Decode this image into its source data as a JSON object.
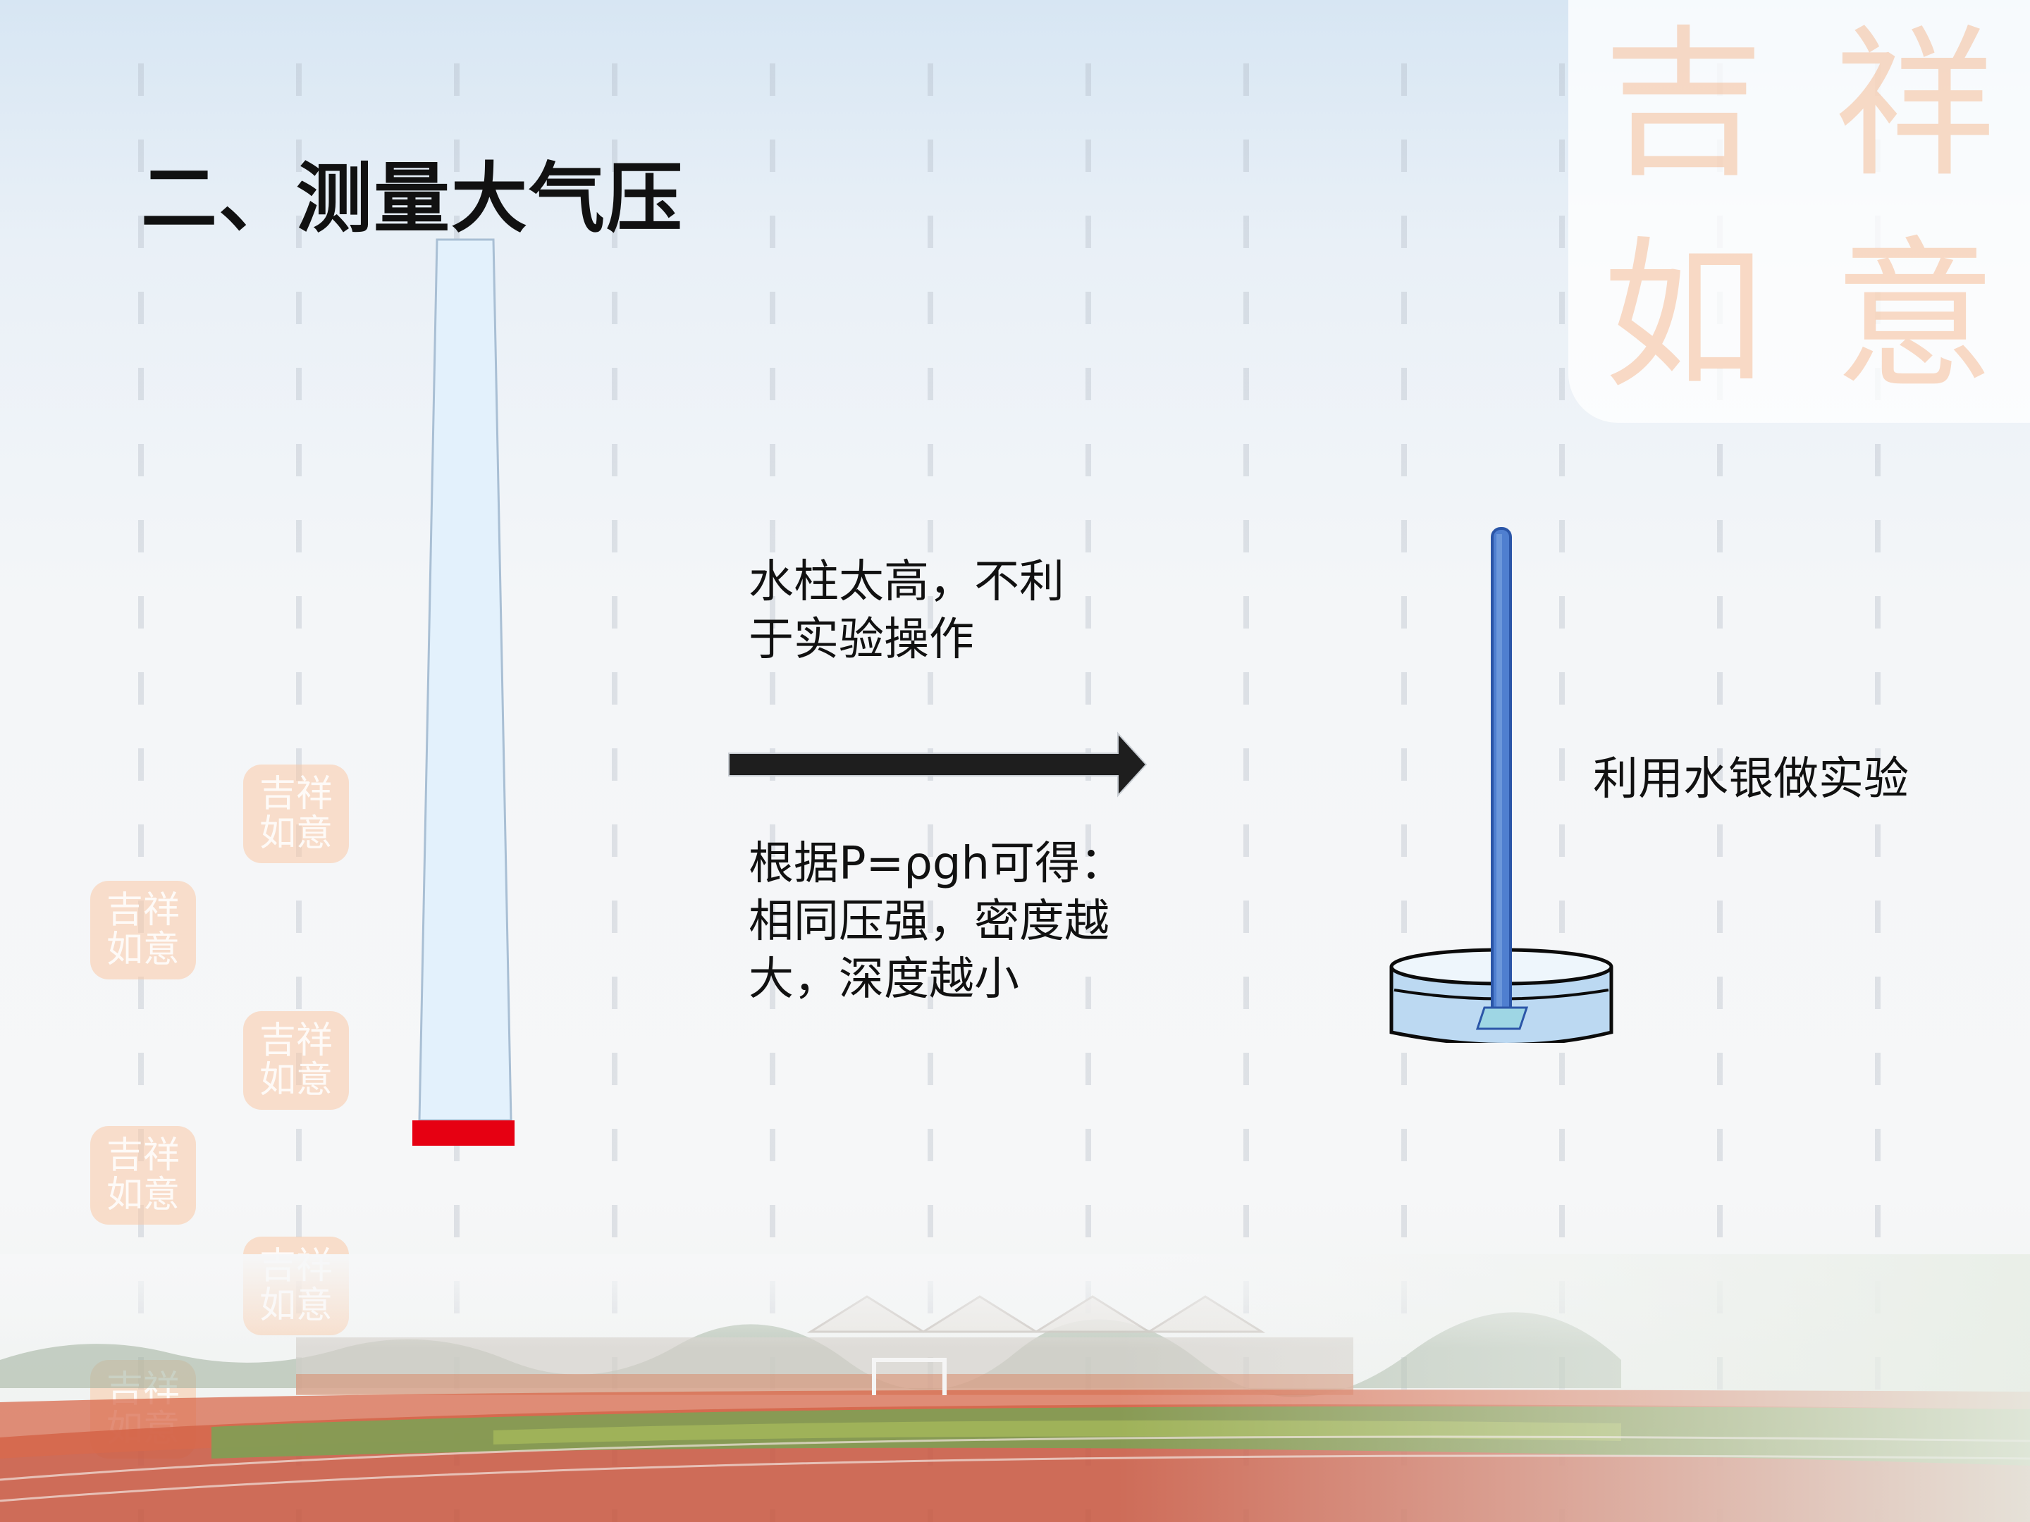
{
  "slide": {
    "title": "二、测量大气压",
    "caption_top": [
      "水柱太高，不利",
      "于实验操作"
    ],
    "caption_bottom": [
      "根据P=ρgh可得：",
      "相同压强，密度越",
      "大，深度越小"
    ],
    "caption_right": "利用水银做实验"
  },
  "decor": {
    "seal_text": "吉祥如意",
    "seal_glyphs": [
      "吉",
      "祥",
      "如",
      "意"
    ]
  },
  "colors": {
    "water_tube_fill": "#e3f1fc",
    "water_tube_stroke": "#a9bfd4",
    "red_base": "#e60012",
    "arrow": "#1e1e1e",
    "mercury_tube": "#4f7fd0",
    "dish_fill": "#bcd9f2",
    "dish_stroke": "#0b0b0b",
    "seal_color": "#f4aa78"
  },
  "icons": {
    "arrow": "right-arrow-icon"
  }
}
